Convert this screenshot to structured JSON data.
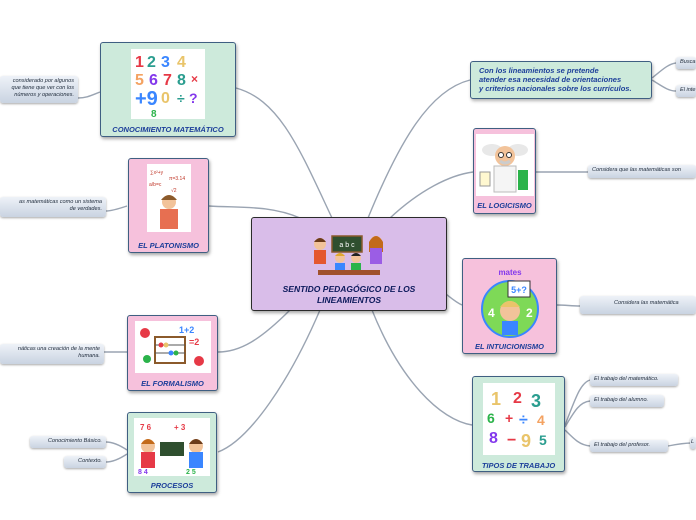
{
  "center": {
    "title_line1": "SENTIDO PEDAGÓGICO DE LOS",
    "title_line2": "LINEAMIENTOS"
  },
  "nodes": {
    "conocimiento": "CONOCIMIENTO MATEMÁTICO",
    "platonismo": "EL PLATONISMO",
    "formalismo": "EL FORMALISMO",
    "procesos": "PROCESOS",
    "logicismo": "EL LOGICISMO",
    "intuicionismo": "EL INTUICIONISMO",
    "tipos": "TIPOS DE TRABAJO"
  },
  "top_note": {
    "line1": "Con los lineamientos se pretende",
    "line2": "atender esa necesidad de orientaciones",
    "line3": "y criterios nacionales sobre los currículos."
  },
  "notes": {
    "conocimiento_l1": "considerado por algunos",
    "conocimiento_l2": "que tiene que ver con los",
    "conocimiento_l3": "números y operaciones.",
    "platonismo_l1": "as matemáticas como un sistema",
    "platonismo_l2": "de verdades.",
    "formalismo_l1": "náticas una creación de la mente",
    "formalismo_l2": "humana.",
    "procesos_1": "Conocimiento Básico.",
    "procesos_2": "Contexto.",
    "top_1": "Busca",
    "top_2": "El inte",
    "logicismo": "Considera que las matemáticas son",
    "intuicionismo": "Considera las matemática",
    "tipos_1": "El trabajo del matemático.",
    "tipos_2": "El trabajo del alumno.",
    "tipos_3": "El trabajo del profesor.",
    "tipos_3_cut": "L"
  },
  "icons": {
    "conocimiento": "colorful-numbers-image",
    "platonismo": "man-with-formulas-image",
    "formalismo": "abacus-image",
    "procesos": "children-with-blackboard-image",
    "logicismo": "scientist-cartoon-image",
    "intuicionismo": "boy-thinking-math-image",
    "tipos": "colorful-math-symbols-image",
    "center": "children-at-school-image"
  },
  "colors": {
    "pink_node": "#f6c1dc",
    "green_node": "#cdeadb",
    "center_node": "#d9bde9",
    "title_text": "#1d3f9a",
    "connector": "#9aa4b2"
  }
}
